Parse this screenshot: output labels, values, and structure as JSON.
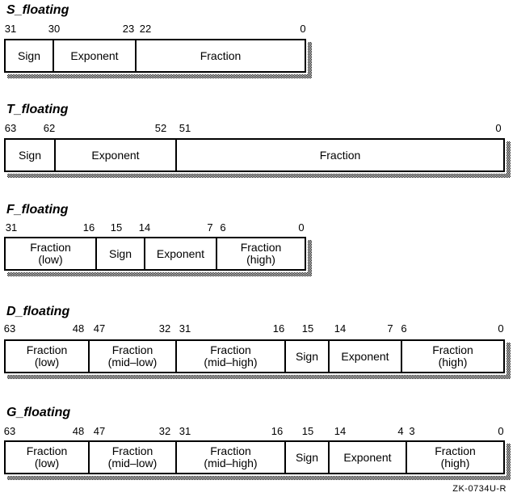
{
  "figure_label": "ZK-0734U-R",
  "diagrams": [
    {
      "title": "S_floating",
      "bits": [
        "31",
        "30",
        "23",
        "22",
        "0"
      ],
      "fields": [
        {
          "line1": "Sign",
          "line2": ""
        },
        {
          "line1": "Exponent",
          "line2": ""
        },
        {
          "line1": "Fraction",
          "line2": ""
        }
      ]
    },
    {
      "title": "T_floating",
      "bits": [
        "63",
        "62",
        "52",
        "51",
        "0"
      ],
      "fields": [
        {
          "line1": "Sign",
          "line2": ""
        },
        {
          "line1": "Exponent",
          "line2": ""
        },
        {
          "line1": "Fraction",
          "line2": ""
        }
      ]
    },
    {
      "title": "F_floating",
      "bits": [
        "31",
        "16",
        "15",
        "14",
        "7",
        "6",
        "0"
      ],
      "fields": [
        {
          "line1": "Fraction",
          "line2": "(low)"
        },
        {
          "line1": "Sign",
          "line2": ""
        },
        {
          "line1": "Exponent",
          "line2": ""
        },
        {
          "line1": "Fraction",
          "line2": "(high)"
        }
      ]
    },
    {
      "title": "D_floating",
      "bits": [
        "63",
        "48",
        "47",
        "32",
        "31",
        "16",
        "15",
        "14",
        "7",
        "6",
        "0"
      ],
      "fields": [
        {
          "line1": "Fraction",
          "line2": "(low)"
        },
        {
          "line1": "Fraction",
          "line2": "(mid–low)"
        },
        {
          "line1": "Fraction",
          "line2": "(mid–high)"
        },
        {
          "line1": "Sign",
          "line2": ""
        },
        {
          "line1": "Exponent",
          "line2": ""
        },
        {
          "line1": "Fraction",
          "line2": "(high)"
        }
      ]
    },
    {
      "title": "G_floating",
      "bits": [
        "63",
        "48",
        "47",
        "32",
        "31",
        "16",
        "15",
        "14",
        "4",
        "3",
        "0"
      ],
      "fields": [
        {
          "line1": "Fraction",
          "line2": "(low)"
        },
        {
          "line1": "Fraction",
          "line2": "(mid–low)"
        },
        {
          "line1": "Fraction",
          "line2": "(mid–high)"
        },
        {
          "line1": "Sign",
          "line2": ""
        },
        {
          "line1": "Exponent",
          "line2": ""
        },
        {
          "line1": "Fraction",
          "line2": "(high)"
        }
      ]
    }
  ]
}
